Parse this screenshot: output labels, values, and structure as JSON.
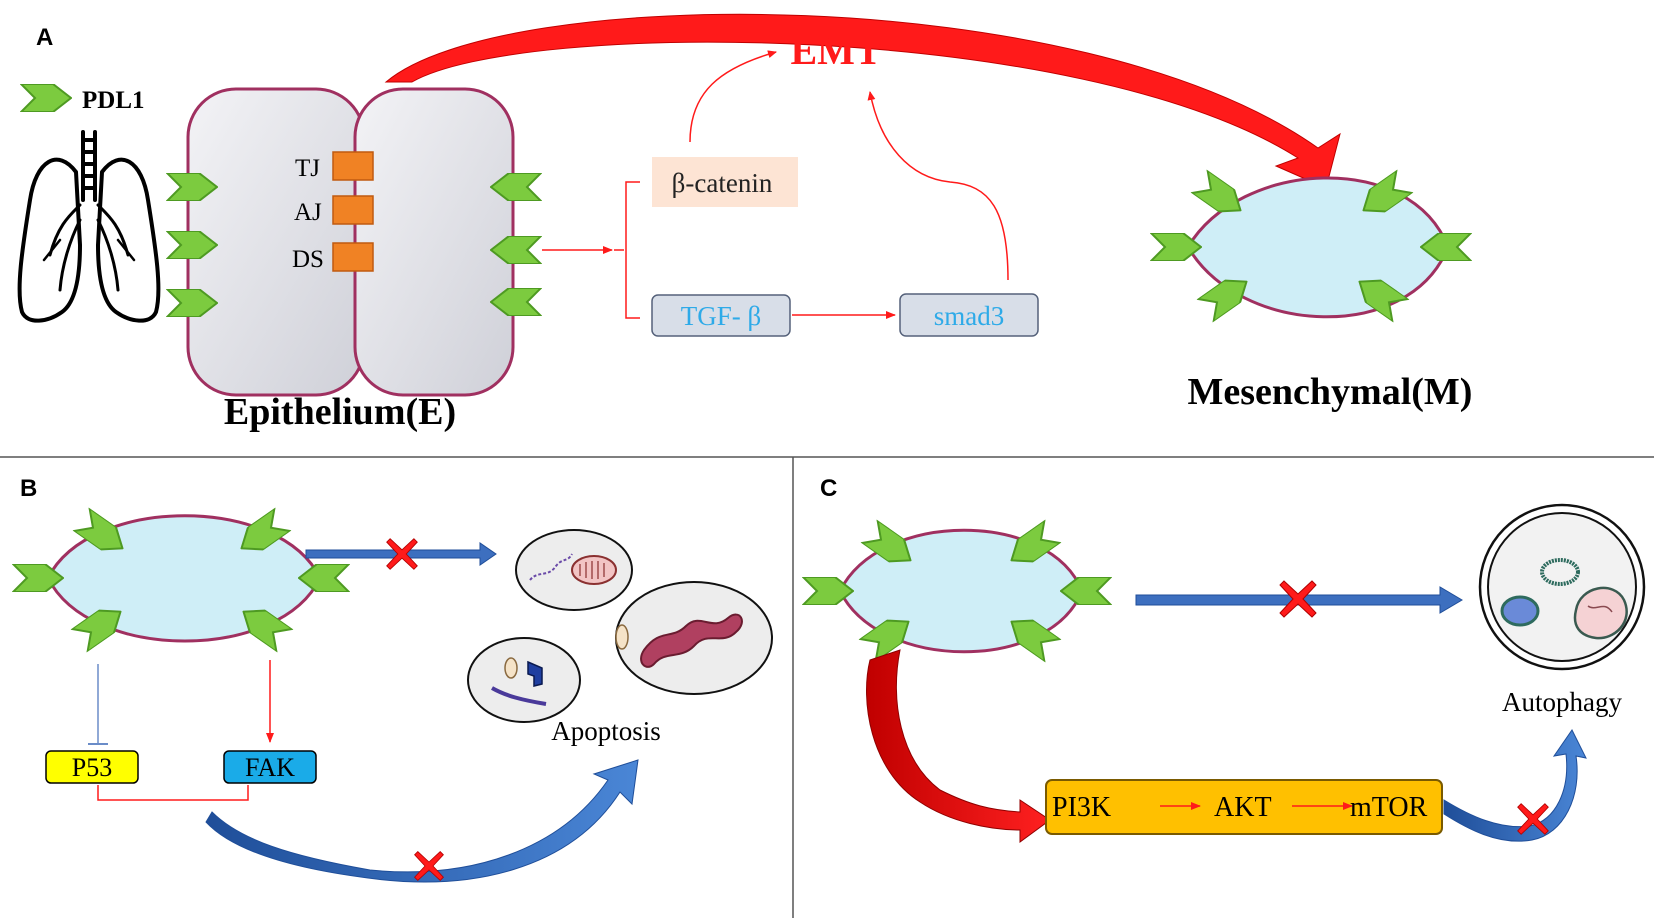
{
  "panels": {
    "a": {
      "letter": "A",
      "legend_label": "PDL1",
      "junctions": [
        "TJ",
        "AJ",
        "DS"
      ],
      "epithelium_label": "Epithelium(E)",
      "mesenchymal_label": "Mesenchymal(M)",
      "emt_label": "EMT",
      "beta_catenin_label": "β-catenin",
      "tgf_label": "TGF- β",
      "smad3_label": "smad3"
    },
    "b": {
      "letter": "B",
      "p53_label": "P53",
      "fak_label": "FAK",
      "apoptosis_label": "Apoptosis"
    },
    "c": {
      "letter": "C",
      "pi3k_label": "PI3K",
      "akt_label": "AKT",
      "mtor_label": "mTOR",
      "autophagy_label": "Autophagy"
    }
  },
  "colors": {
    "pdl1_green": "#7ccb3f",
    "cell_fill": "#cfeef7",
    "epi_cell_fill": "#dcdde3",
    "emt_red": "#ff1a1a",
    "blue_arrow": "#3d6fbf",
    "tgf_text": "#2eaae8",
    "p53_fill": "#ffff00",
    "fak_fill": "#1aabe8",
    "pathway_fill": "#ffc000",
    "junction_orange": "#f08224",
    "beta_catenin_bg": "#fde4d4"
  }
}
